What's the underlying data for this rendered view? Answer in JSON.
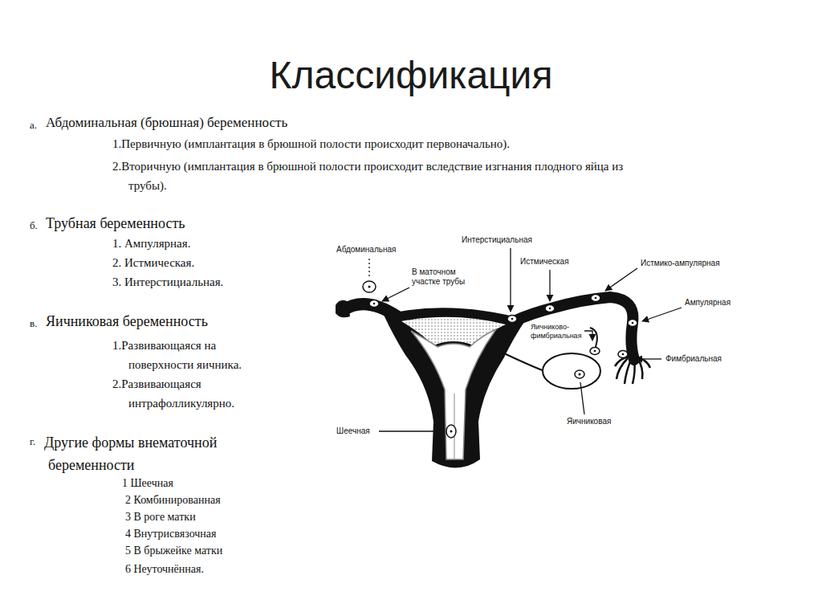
{
  "diagram": {
    "title": "Классификация",
    "labels": [
      "а.",
      "Абдоминальная (брюшная) беременность",
      "1.Первичную (имплантация в брюшной полости происходит первоначально).",
      "2.Вторичную (имплантация в брюшной полости происходит вследствие изгнания плодного яйца из трубы).",
      "б.",
      "Трубная беременность",
      "1. Ампулярная.",
      "2. Истмическая.",
      "3. Интерстициальная.",
      "в.",
      "Яичниковая беременность",
      "1.Развивающаяся на поверхности яичника.",
      "2.Развивающаяся интрафолликулярно.",
      "г.",
      "Другие формы внематочной беременности",
      "1 Шеечная",
      "2 Комбинированная",
      "3 В роге матки",
      "4 Внутрисвязочная",
      "5 В брыжейке матки",
      "6 Неуточнённая.",
      "Абдоминальная",
      "В маточном участке трубы",
      "Интерстициальная",
      "Истмическая",
      "Истмико-ампулярная",
      "Ампулярная",
      "Яичниково-фимбриальная",
      "Фимбриальная",
      "Яичниковая",
      "Шеечная"
    ]
  }
}
